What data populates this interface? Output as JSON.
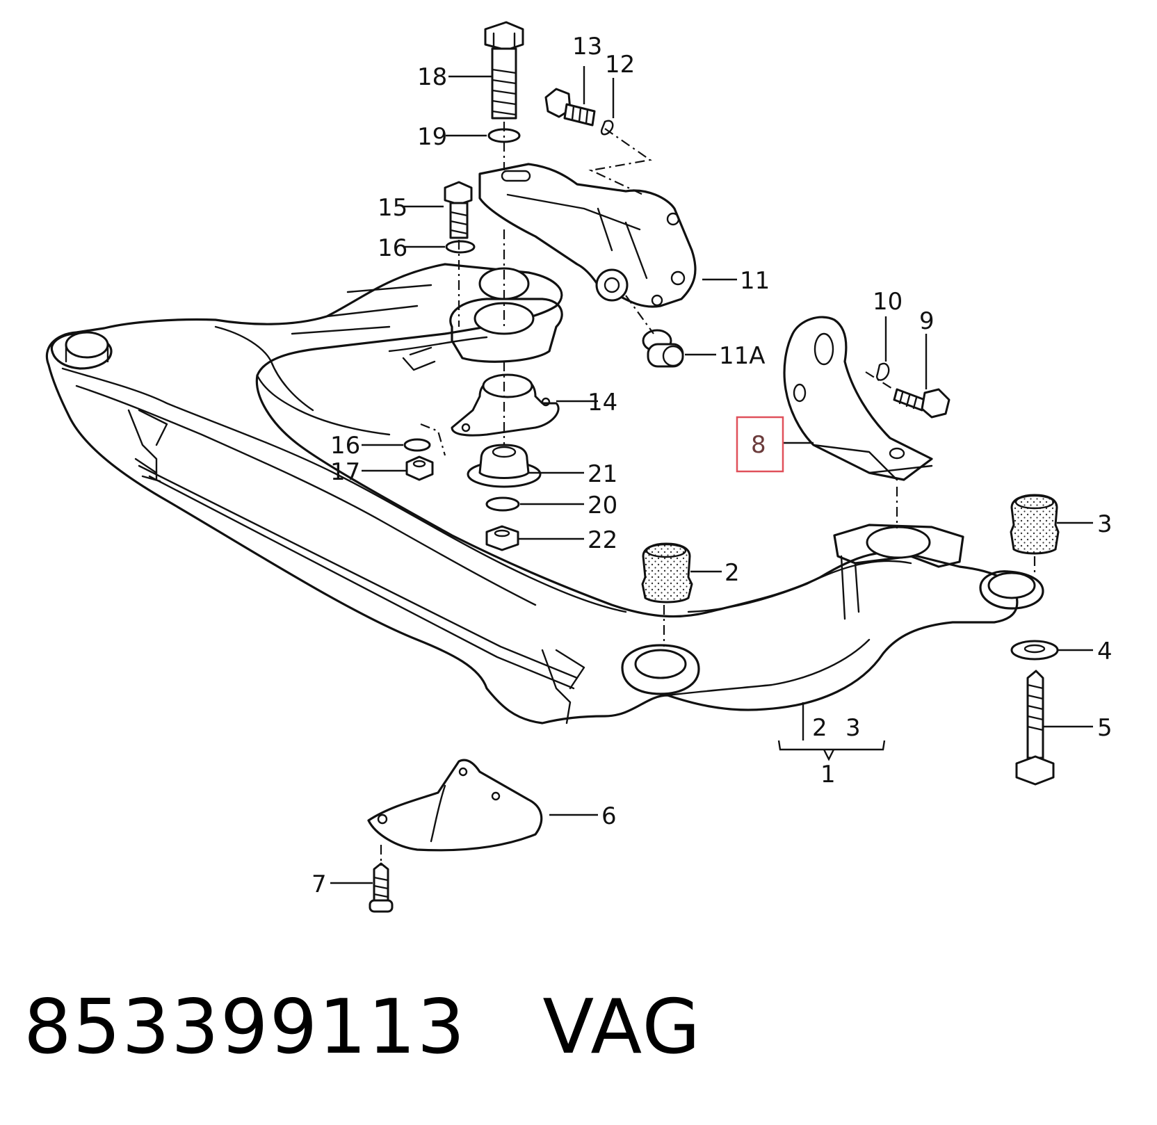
{
  "labels": {
    "p1": "1",
    "p2": "2",
    "p2b": "2",
    "p3": "3",
    "p3b": "3",
    "p4": "4",
    "p5": "5",
    "p6": "6",
    "p7": "7",
    "p8": "8",
    "p9": "9",
    "p10": "10",
    "p11": "11",
    "p11a": "11A",
    "p12": "12",
    "p13": "13",
    "p14": "14",
    "p15": "15",
    "p16a": "16",
    "p16b": "16",
    "p17": "17",
    "p18": "18",
    "p19": "19",
    "p20": "20",
    "p21": "21",
    "p22": "22"
  },
  "highlight": {
    "color": "#e0505a",
    "part": "8"
  },
  "caption": {
    "part_number": "853399113",
    "brand": "VAG"
  }
}
